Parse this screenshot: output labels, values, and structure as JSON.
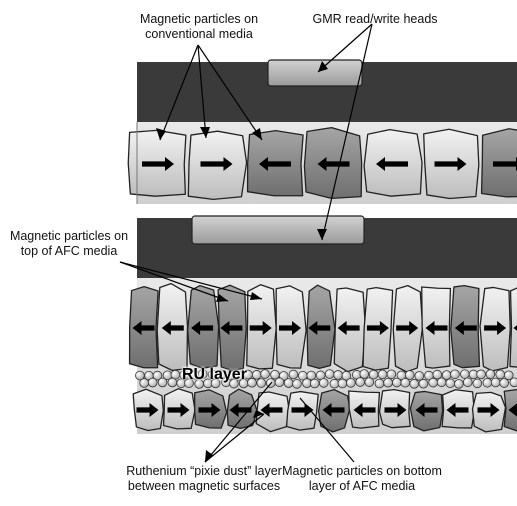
{
  "labels": {
    "conventional_particles": "Magnetic particles on conventional media",
    "gmr_heads": "GMR read/write heads",
    "afc_top": "Magnetic particles on top of AFC media",
    "ru_layer": "RU layer",
    "pixie_dust": "Ruthenium “pixie dust” layer between magnetic surfaces",
    "afc_bottom": "Magnetic particles on bottom layer of AFC media"
  },
  "conventional_arrows": [
    "right",
    "right",
    "left",
    "left",
    "left",
    "right",
    "right"
  ],
  "afc_top_arrows": [
    "left",
    "left",
    "left",
    "left",
    "right",
    "right",
    "left",
    "left",
    "right",
    "right",
    "left",
    "left",
    "right",
    "left"
  ],
  "afc_bottom_arrows": [
    "right",
    "right",
    "right",
    "left",
    "left",
    "right",
    "left",
    "left",
    "right",
    "left",
    "left",
    "right",
    "left"
  ],
  "colors": {
    "head": "#3a3a3a",
    "slider": "#b9b9b9",
    "grain_light": "#dcdcdc",
    "grain_dark": "#8e8e8e",
    "pixie": "#d9d9d9"
  }
}
